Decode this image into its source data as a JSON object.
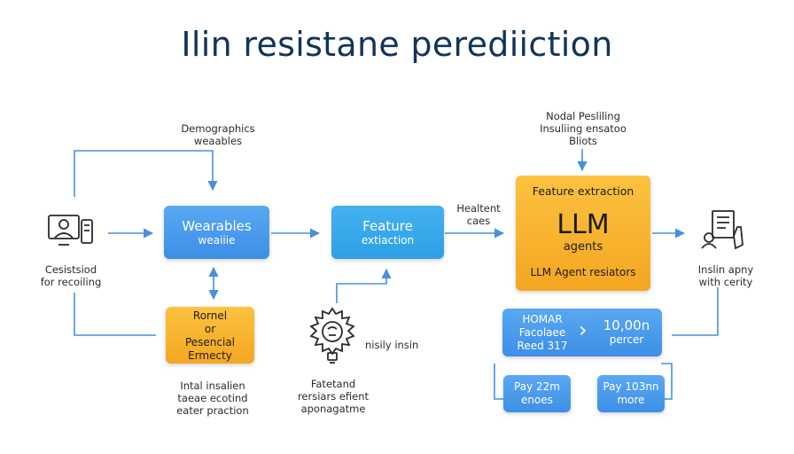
{
  "title": "Ilin resistane perediiction",
  "labels": {
    "demographics": [
      "Demographics",
      "weaables"
    ],
    "cesistsiod": [
      "Cesistsiod",
      "for recoiling"
    ],
    "intal": [
      "Intal insalien",
      "taeae ecotind",
      "eater praction"
    ],
    "fatetand": [
      "Fatetand",
      "rersiars efient",
      "aponagatme"
    ],
    "nisily": "nisily insin",
    "healtent": [
      "Healtent",
      "caes"
    ],
    "nodal": [
      "Nodal Pesliling",
      "Insuliing ensatoo",
      "Bliots"
    ],
    "inslin": [
      "Inslin apny",
      "with cerity"
    ]
  },
  "boxes": {
    "wearables": {
      "line1": "Wearables",
      "line2": "weaiiie"
    },
    "feature_left": {
      "line1": "Feature",
      "line2": "extiaction"
    },
    "rornel": {
      "lines": [
        "Rornel",
        "or",
        "Pesencial",
        "Ermecty"
      ]
    },
    "llm": {
      "top": "Feature extraction",
      "main": "LLM",
      "sub": "agents",
      "bottom": "LLM Agent resiators"
    },
    "homar": {
      "left": [
        "HOMAR",
        "Facolaee",
        "Reed 317"
      ],
      "chevron": "›",
      "right": [
        "10,00n",
        "percer"
      ]
    },
    "pay_left": [
      "Pay 22m",
      "enoes"
    ],
    "pay_right": [
      "Pay 103nn",
      "more"
    ]
  },
  "colors": {
    "arrow": "#4a90d9",
    "blue_box": "#4a9eef",
    "orange_box": "#f7b32d",
    "title": "#12345a"
  }
}
